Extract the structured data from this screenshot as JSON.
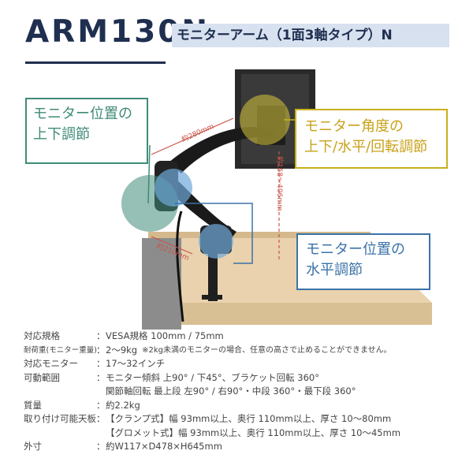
{
  "header": {
    "model": "ARM130N",
    "subtitle": "モニターアーム（1面3軸タイプ）N"
  },
  "callouts": {
    "vertical_position": [
      "モニター位置の",
      "上下調節"
    ],
    "angle": [
      "モニター角度の",
      "上下/水平/回転調節"
    ],
    "horizontal_position": [
      "モニター位置の",
      "水平調節"
    ]
  },
  "dimensions": {
    "arm_upper": "約280mm",
    "arm_lower": "約210mm",
    "height_range": "約158〜406mm"
  },
  "colors": {
    "navy": "#1f2f4f",
    "green": "#3f8b78",
    "yellow": "#c9b01a",
    "blue": "#3a73a8",
    "desk": "#e9d2ad"
  },
  "specs": [
    {
      "label": "対応規格",
      "value": "VESA規格 100mm / 75mm"
    },
    {
      "label": "耐荷重(モニター重量)",
      "value": "2〜9kg",
      "note": "※2kg未満のモニターの場合、任意の高さで止めることができません。"
    },
    {
      "label": "対応モニター",
      "value": "17〜32インチ"
    },
    {
      "label": "可動範囲",
      "value": "モニター傾斜 上90° / 下45°、ブラケット回転 360°"
    },
    {
      "label": "",
      "value": "関節軸回転 最上段 左90° / 右90°・中段 360°・最下段 360°"
    },
    {
      "label": "質量",
      "value": "約2.2kg"
    },
    {
      "label": "取り付け可能天板",
      "value": "【クランプ式】幅 93mm以上、奥行 110mm以上、厚さ 10〜80mm"
    },
    {
      "label": "",
      "value": "【グロメット式】幅 93mm以上、奥行 110mm以上、厚さ 10〜45mm"
    },
    {
      "label": "外寸",
      "value": "約W117×D478×H645mm"
    }
  ]
}
